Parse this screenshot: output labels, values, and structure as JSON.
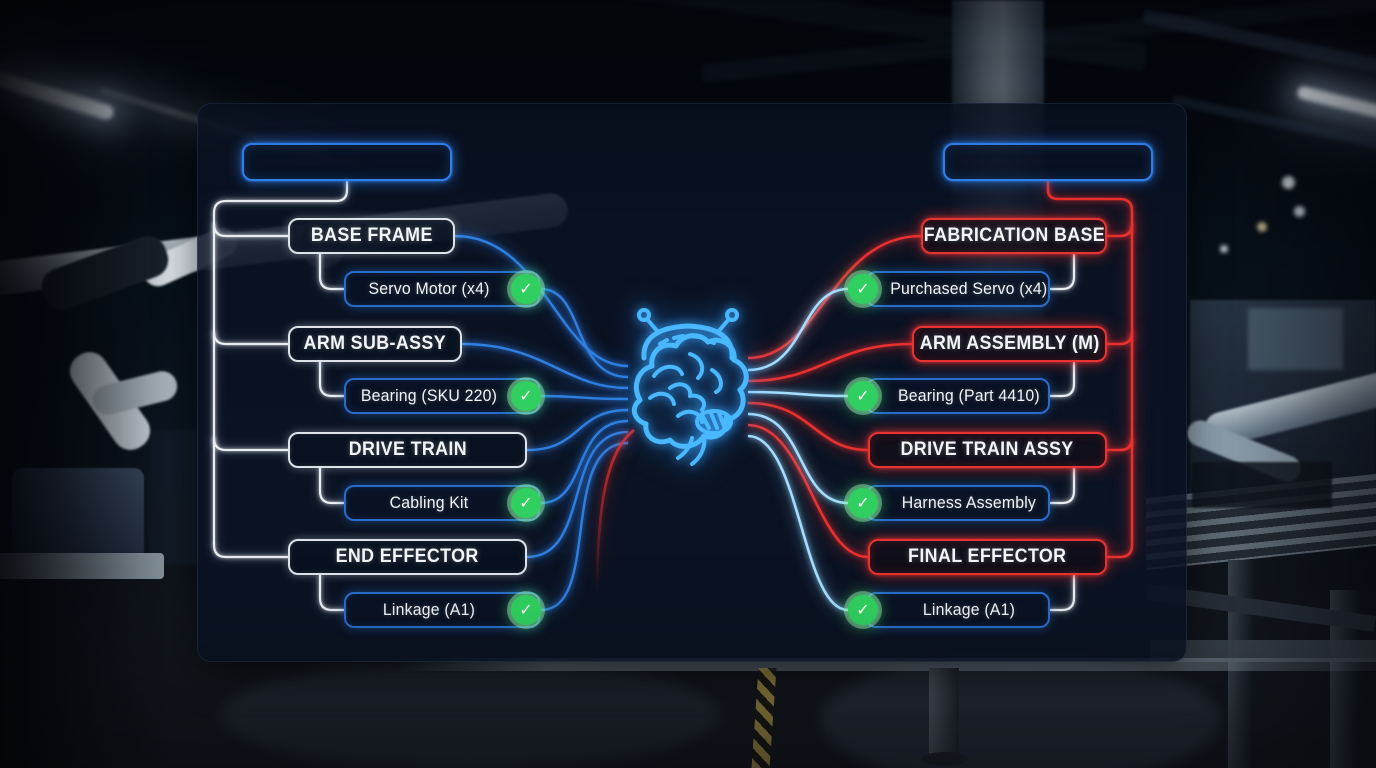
{
  "colors": {
    "white_line": "#e9edf2",
    "blue_line": "#2e7fe0",
    "cyan_line": "#a5ddff",
    "red_line": "#e8312f",
    "green_check": "#2fd05f",
    "header_outline": "#2f82f0",
    "parent_outline": "#dde3e9",
    "child_outline": "#2a6cc9",
    "red_outline": "#e73331",
    "brain": "#4ab8ff"
  },
  "icons": {
    "check_glyph": "✓",
    "center_icon": "ai-brain-icon"
  },
  "diagram": {
    "left_tree": {
      "header": {
        "label": ""
      },
      "nodes": [
        {
          "label": "BASE FRAME",
          "child": {
            "label": "Servo Motor (x4)",
            "status": "complete"
          }
        },
        {
          "label": "ARM SUB-ASSY",
          "child": {
            "label": "Bearing (SKU 220)",
            "status": "complete"
          }
        },
        {
          "label": "DRIVE TRAIN",
          "child": {
            "label": "Cabling Kit",
            "status": "complete"
          }
        },
        {
          "label": "END EFFECTOR",
          "child": {
            "label": "Linkage (A1)",
            "status": "complete"
          }
        }
      ]
    },
    "right_tree": {
      "header": {
        "label": ""
      },
      "nodes": [
        {
          "label": "FABRICATION BASE",
          "child": {
            "label": "Purchased Servo (x4)",
            "status": "complete"
          }
        },
        {
          "label": "ARM ASSEMBLY (M)",
          "child": {
            "label": "Bearing (Part 4410)",
            "status": "complete"
          }
        },
        {
          "label": "DRIVE TRAIN ASSY",
          "child": {
            "label": "Harness Assembly",
            "status": "complete"
          }
        },
        {
          "label": "FINAL EFFECTOR",
          "child": {
            "label": "Linkage (A1)",
            "status": "complete"
          }
        }
      ]
    }
  }
}
